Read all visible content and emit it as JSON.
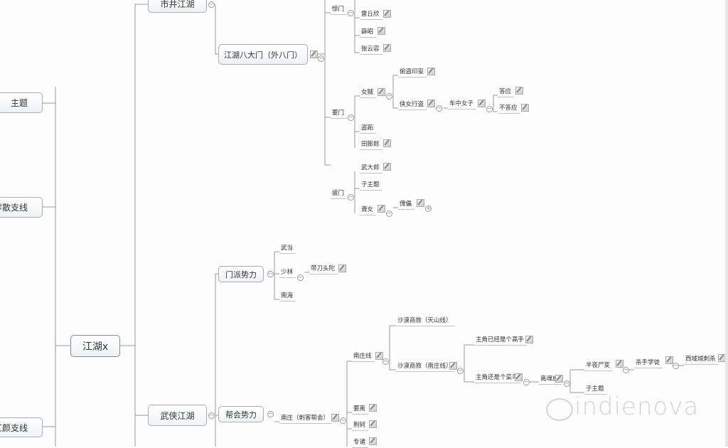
{
  "left": {
    "zhuti": "主题",
    "lingsan": "零散支线",
    "hongyan": "红颜支线"
  },
  "root": "江湖x",
  "shijing": {
    "label": "市井江湖",
    "bamen": "江湖八大门（外八门）",
    "jingmen": {
      "label": "惊门",
      "children": [
        "雷丘欣",
        "薛昭",
        "张云容"
      ]
    },
    "yaomen": {
      "label": "要门",
      "nvzei": "女贼",
      "toudao": "偷盗印玺",
      "xianv": "侠女行盗",
      "chezhong": "车中女子",
      "daying": "答应",
      "budaying": "不答应",
      "daozhi": "盗跖",
      "tianpenglang": "田膨郎"
    },
    "pimen": {
      "label": "疲门",
      "wudalang": "武大郎",
      "zizhuti": "子主题",
      "longnv": "聋女",
      "kuilei": "傀儡"
    }
  },
  "wuxia": {
    "label": "武侠江湖",
    "menpai": {
      "label": "门派势力",
      "wudang": "武当",
      "shaolin": "少林",
      "daidao": "带刀头陀",
      "nanhai": "南海"
    },
    "banghui": {
      "label": "帮会势力",
      "nanzhuang": "南庄（刺客帮会）",
      "nanzhuangxian": "南庄线",
      "tianshan": "沙漠商旅（天山线）",
      "shamo": "沙漠商旅（南庄线）",
      "gaoshou": "主角已经是个高手",
      "cainiao": "主角还是个菜鸟",
      "lihunya": "离魂崖",
      "bianshi": "半夜尸变",
      "zizhuti": "子主题",
      "xuetu": "杀手学徒",
      "xiyu": "西域城刺杀",
      "yaoli": "要离",
      "jingke": "荆轲",
      "zhuanzhu": "专诸"
    }
  },
  "watermark": "indienova"
}
